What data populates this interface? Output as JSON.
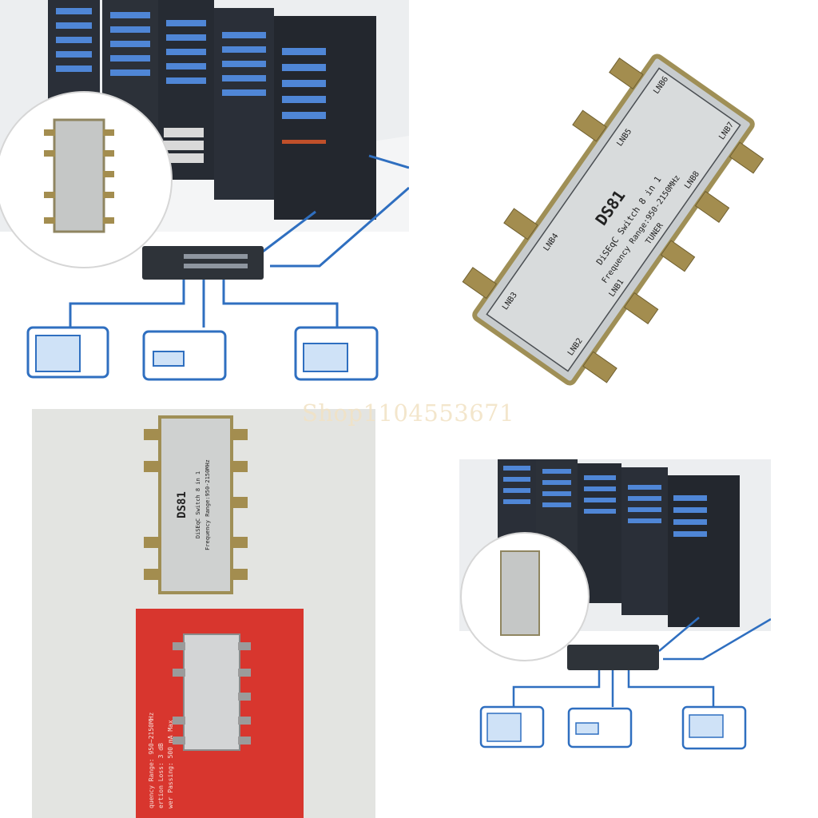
{
  "watermark": "Shop1104553671",
  "device": {
    "model": "DS81",
    "subtitle": "DiSEqC Switch 8 in 1",
    "frequency": "Frequency Range:950-2150MHz",
    "ports": [
      "LNB1",
      "LNB2",
      "LNB3",
      "LNB4",
      "LNB5",
      "LNB6",
      "LNB7",
      "LNB8",
      "TUNER"
    ]
  },
  "box": {
    "spec_lines": [
      "quency Range: 950~2150MHz",
      "ertion Loss: 3 dB",
      "wer Passing: 500 mA Max"
    ]
  },
  "colors": {
    "diagram_blue": "#2f6fc0",
    "rack": "#2a2f38",
    "server_led": "#4f86d6",
    "box_red": "#d8362e",
    "device_metal": "#b8bcbf",
    "connector_gold": "#a38d4f"
  }
}
